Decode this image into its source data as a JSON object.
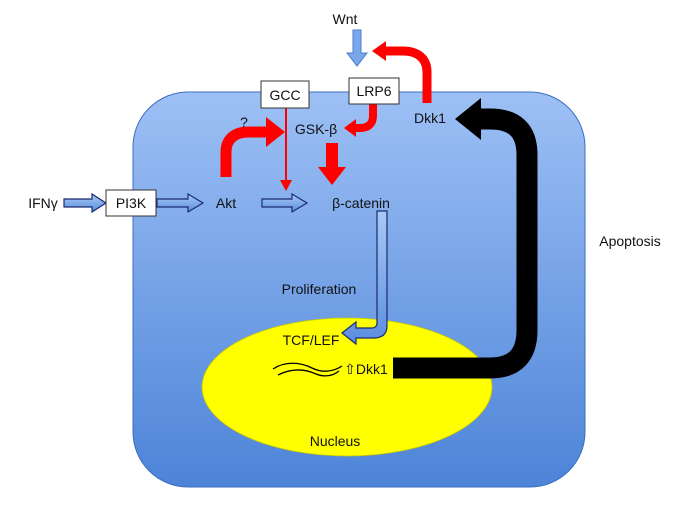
{
  "labels": {
    "wnt": "Wnt",
    "gcc": "GCC",
    "lrp6": "LRP6",
    "question": "?",
    "gsk": "GSK-β",
    "dkk1_cyto": "Dkk1",
    "ifn": "IFNγ",
    "pi3k": "PI3K",
    "akt": "Akt",
    "bcatenin": "β-catenin",
    "apoptosis": "Apoptosis",
    "proliferation": "Proliferation",
    "tcf": "TCF/LEF",
    "dkk1_gene": "⇧Dkk1",
    "nucleus": "Nucleus"
  },
  "colors": {
    "cell_fill": "#6b9be6",
    "nucleus_fill": "#ffff00",
    "inhibit_red": "#ff0000",
    "arrow_blue": "#5b8fe0",
    "feedback_black": "#000000"
  }
}
